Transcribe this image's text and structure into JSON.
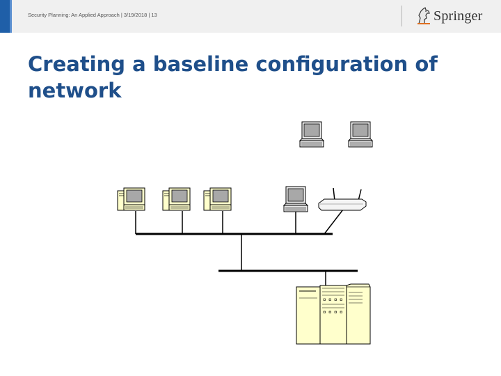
{
  "header": {
    "footer_text": "Security Planning: An Applied Approach | 3/19/2018 | 13",
    "logo_text": "Springer",
    "accent_color": "#1f5fa8",
    "bar_color": "#f0f0f0"
  },
  "slide": {
    "title": "Creating a baseline configuration of network",
    "title_color": "#1f4f8a"
  },
  "diagram": {
    "nodes": [
      {
        "name": "laptop-top-1",
        "icon": "laptop-icon"
      },
      {
        "name": "laptop-top-2",
        "icon": "laptop-icon"
      },
      {
        "name": "workstation-1",
        "icon": "desktop-computer-icon"
      },
      {
        "name": "workstation-2",
        "icon": "desktop-computer-icon"
      },
      {
        "name": "workstation-3",
        "icon": "desktop-computer-icon"
      },
      {
        "name": "laptop-lan",
        "icon": "laptop-icon"
      },
      {
        "name": "wireless-router",
        "icon": "wireless-router-icon"
      },
      {
        "name": "server",
        "icon": "server-icon"
      }
    ],
    "colors": {
      "line": "#000000",
      "device_fill": "#ffffcc",
      "screen": "#a8a8a8",
      "router": "#f4f4f4"
    }
  }
}
